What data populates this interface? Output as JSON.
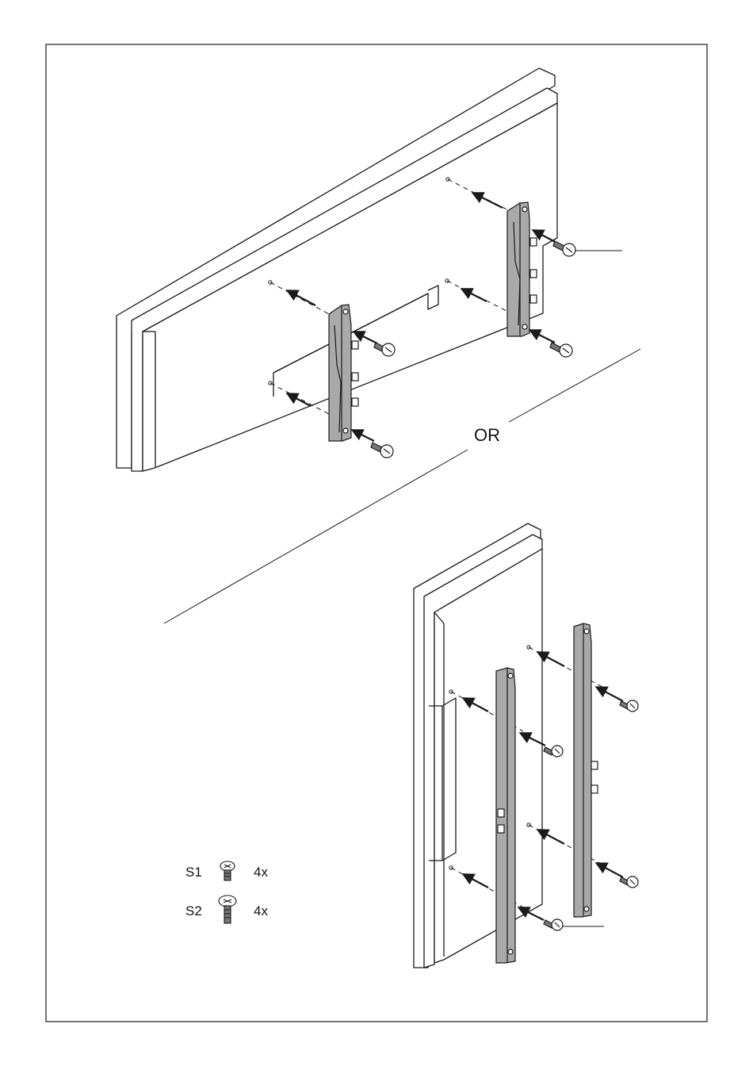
{
  "labels": {
    "or": "OR"
  },
  "legend": {
    "items": [
      {
        "code": "S1",
        "qty": "4x",
        "icon": "cross-head-screw-icon"
      },
      {
        "code": "S2",
        "qty": "4x",
        "icon": "long-cross-head-screw-icon"
      }
    ]
  },
  "colors": {
    "line": "#1a1a1a",
    "bracket_fill": "#a9a9a9",
    "panel_fill": "#ffffff"
  }
}
